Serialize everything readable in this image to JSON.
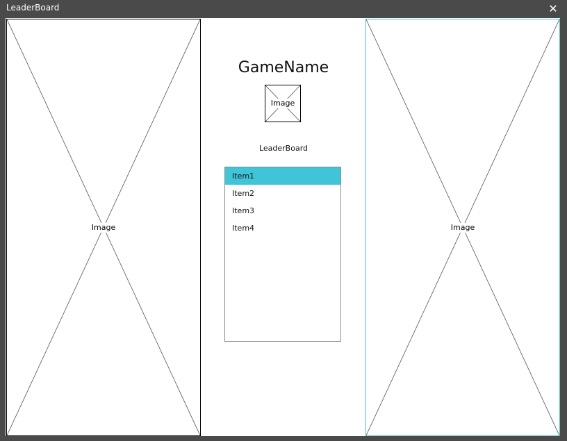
{
  "window": {
    "title": "LeaderBoard",
    "close_icon": "close-icon",
    "close_symbol": "✕"
  },
  "left_image": {
    "label": "Image"
  },
  "right_image": {
    "label": "Image"
  },
  "center": {
    "game_name": "GameName",
    "logo_label": "Image",
    "board_label": "LeaderBoard",
    "list": {
      "selected_index": 0,
      "items": [
        {
          "label": "Item1"
        },
        {
          "label": "Item2"
        },
        {
          "label": "Item3"
        },
        {
          "label": "Item4"
        }
      ]
    }
  },
  "colors": {
    "frame": "#4a4a4a",
    "selection": "#40c4d8",
    "right_image_border": "#45c1d6"
  }
}
